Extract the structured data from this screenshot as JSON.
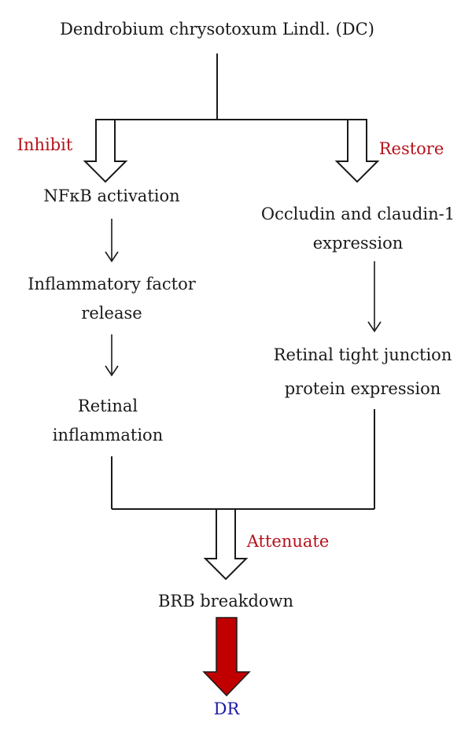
{
  "nodes": {
    "dc": "Dendrobium chrysotoxum Lindl. (DC)",
    "nfkb": "NFκB activation",
    "inflam_factor_l1": "Inflammatory factor",
    "inflam_factor_l2": "release",
    "retinal_inflam_l1": "Retinal",
    "retinal_inflam_l2": "inflammation",
    "occludin_l1": "Occludin and claudin-1",
    "occludin_l2": "expression",
    "tight_junction_l1": "Retinal tight junction",
    "tight_junction_l2": "protein expression",
    "brb": "BRB breakdown",
    "dr": "DR"
  },
  "edge_labels": {
    "inhibit": "Inhibit",
    "restore": "Restore",
    "attenuate": "Attenuate"
  },
  "colors": {
    "label_red": "#b5121b",
    "dr_blue": "#1a1aa6",
    "big_arrow_fill": "#c00000",
    "line": "#1a1a1a"
  }
}
